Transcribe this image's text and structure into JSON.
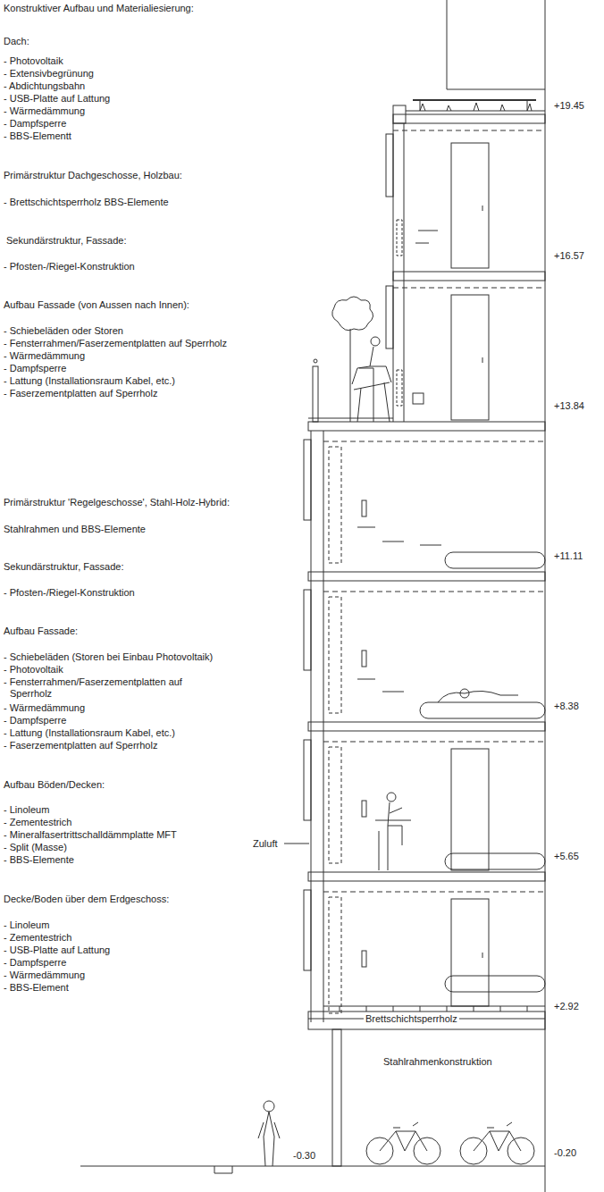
{
  "diagram": {
    "title": "Konstruktiver Aufbau und Materialiesierung:",
    "labels": [
      "Dach:",
      "- Photovoltaik",
      "- Extensivbegrünung",
      "- Abdichtungsbahn",
      "- USB-Platte auf Lattung",
      "- Wärmedämmung",
      "- Dampfsperre",
      "- BBS-Elementt",
      "Primärstruktur Dachgeschosse, Holzbau:",
      "- Brettschichtsperrholz BBS-Elemente",
      "Sekundärstruktur, Fassade:",
      "- Pfosten-/Riegel-Konstruktion",
      "Aufbau Fassade (von Aussen nach Innen):",
      "- Schiebeläden oder Storen",
      "- Fensterrahmen/Faserzementplatten auf Sperrholz",
      "- Wärmedämmung",
      "- Dampfsperre",
      "- Lattung (Installationsraum Kabel, etc.)",
      "- Faserzementplatten auf Sperrholz",
      "Primärstruktur 'Regelgeschosse', Stahl-Holz-Hybrid:",
      "Stahlrahmen und BBS-Elemente",
      "Sekundärstruktur, Fassade:",
      "- Pfosten-/Riegel-Konstruktion",
      "Aufbau Fassade:",
      "- Schiebeläden (Storen bei Einbau Photovoltaik)",
      "- Photovoltaik",
      "- Fensterrahmen/Faserzementplatten auf Sperrholz",
      "- Wärmedämmung",
      "- Dampfsperre",
      "- Lattung (Installationsraum Kabel, etc.)",
      "- Faserzementplatten auf Sperrholz",
      "Aufbau Böden/Decken:",
      "- Linoleum",
      "- Zementestrich",
      "- Mineralfasertrittschalldämmplatte MFT",
      "- Split (Masse)",
      "- BBS-Elemente",
      "Decke/Boden über dem Erdgeschoss:",
      "- Linoleum",
      "- Zementestrich",
      "- USB-Platte auf Lattung",
      "- Dampfsperre",
      "- Wärmedämmung",
      "- BBS-Element",
      "+19.45",
      "+16.57",
      "+13.84",
      "+11.11",
      "+8.38",
      "+5.65",
      "+2.92",
      "-0.20",
      "Zuluft",
      "Brettschichtsperrholz",
      "Stahlrahmenkonstruktion",
      "-0.30"
    ]
  }
}
